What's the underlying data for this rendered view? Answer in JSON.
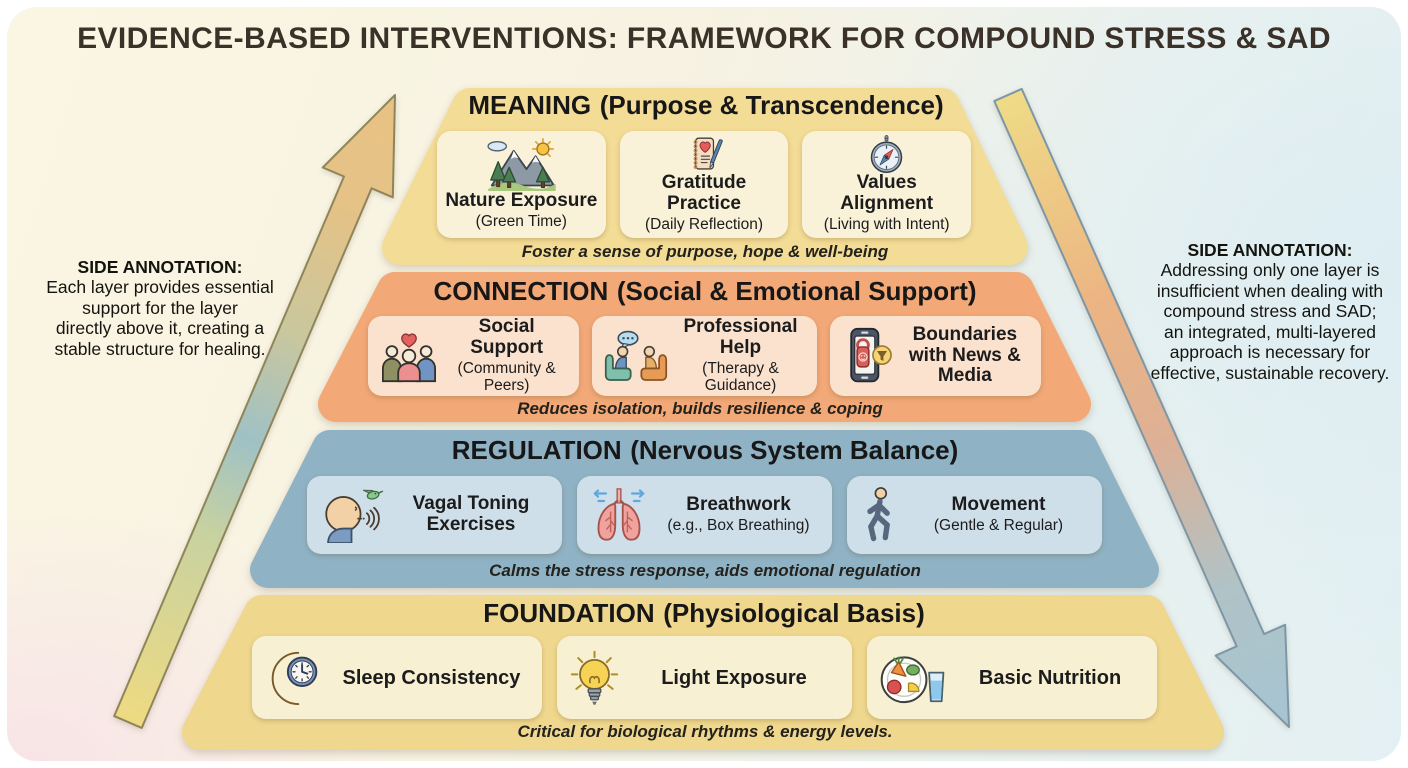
{
  "title": "EVIDENCE-BASED INTERVENTIONS: FRAMEWORK FOR COMPOUND STRESS & SAD",
  "annotations": {
    "left": {
      "heading": "SIDE ANNOTATION:",
      "body": "Each layer provides essential\nsupport for the layer\ndirectly above it, creating a\nstable structure for healing."
    },
    "right": {
      "heading": "SIDE ANNOTATION:",
      "body": "Addressing only one layer is\ninsufficient when dealing with\ncompound stress and SAD;\nan integrated, multi-layered\napproach is necessary for\neffective, sustainable recovery."
    }
  },
  "arrows": {
    "left": {
      "direction": "up",
      "gradient": [
        "#eeda82",
        "#9fc1c5",
        "#e9c285"
      ]
    },
    "right": {
      "direction": "down",
      "gradient": [
        "#efdb86",
        "#ecb483",
        "#a6c4d3"
      ]
    }
  },
  "layers": [
    {
      "name": "MEANING",
      "subtitle": "(Purpose & Transcendence)",
      "color": "#f3dc96",
      "card_color": "#f9f2d8",
      "caption": "Foster a sense of purpose, hope & well-being",
      "cards": [
        {
          "icon": "nature-icon",
          "title": "Nature Exposure",
          "subtitle": "(Green Time)"
        },
        {
          "icon": "gratitude-journal-icon",
          "title": "Gratitude Practice",
          "subtitle": "(Daily Reflection)"
        },
        {
          "icon": "compass-icon",
          "title": "Values Alignment",
          "subtitle": "(Living with Intent)"
        }
      ]
    },
    {
      "name": "CONNECTION",
      "subtitle": "(Social & Emotional Support)",
      "color": "#f2a877",
      "card_color": "#fbe2cf",
      "caption": "Reduces isolation, builds resilience & coping",
      "cards": [
        {
          "icon": "social-support-icon",
          "title": "Social Support",
          "subtitle": "(Community & Peers)"
        },
        {
          "icon": "therapy-icon",
          "title": "Professional Help",
          "subtitle": "(Therapy & Guidance)"
        },
        {
          "icon": "phone-boundaries-icon",
          "title": "Boundaries with News & Media"
        }
      ]
    },
    {
      "name": "REGULATION",
      "subtitle": "(Nervous System Balance)",
      "color": "#8fb2c5",
      "card_color": "#cfdfe9",
      "caption": "Calms the stress response, aids emotional regulation",
      "cards": [
        {
          "icon": "vagal-toning-icon",
          "title": "Vagal Toning Exercises"
        },
        {
          "icon": "lungs-icon",
          "title": "Breathwork",
          "subtitle": "(e.g., Box Breathing)"
        },
        {
          "icon": "walking-icon",
          "title": "Movement",
          "subtitle": "(Gentle & Regular)"
        }
      ]
    },
    {
      "name": "FOUNDATION",
      "subtitle": "(Physiological Basis)",
      "color": "#efd78e",
      "card_color": "#f8f0d3",
      "caption": "Critical for biological rhythms & energy levels.",
      "cards": [
        {
          "icon": "moon-clock-icon",
          "title": "Sleep Consistency"
        },
        {
          "icon": "lightbulb-icon",
          "title": "Light Exposure"
        },
        {
          "icon": "nutrition-icon",
          "title": "Basic Nutrition"
        }
      ]
    }
  ]
}
